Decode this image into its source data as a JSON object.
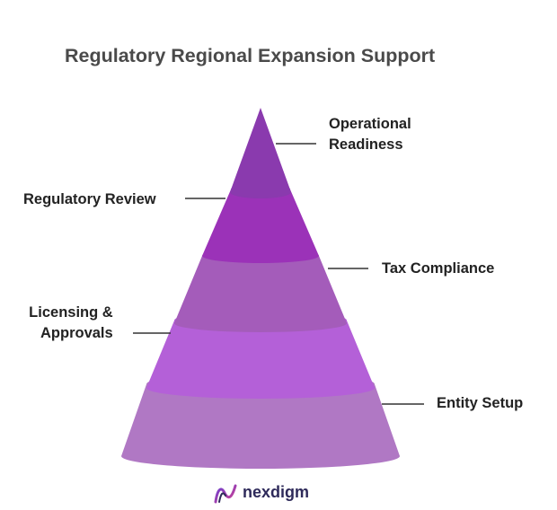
{
  "title": "Regulatory Regional Expansion Support",
  "layers": [
    {
      "label_lines": [
        "Operational",
        "Readiness"
      ],
      "color": "#8a3aae",
      "side": "right"
    },
    {
      "label_lines": [
        "Regulatory Review"
      ],
      "color": "#9b32b8",
      "side": "left"
    },
    {
      "label_lines": [
        "Tax Compliance"
      ],
      "color": "#a45cba",
      "side": "right"
    },
    {
      "label_lines": [
        "Licensing &",
        "Approvals"
      ],
      "color": "#b460d8",
      "side": "left"
    },
    {
      "label_lines": [
        "Entity Setup"
      ],
      "color": "#b078c4",
      "side": "right"
    }
  ],
  "logo": {
    "text": "nexdigm",
    "icon": "nexdigm-logo-icon"
  },
  "colors": {
    "title": "#4a4a4a",
    "label": "#222222",
    "leader": "#333333"
  }
}
